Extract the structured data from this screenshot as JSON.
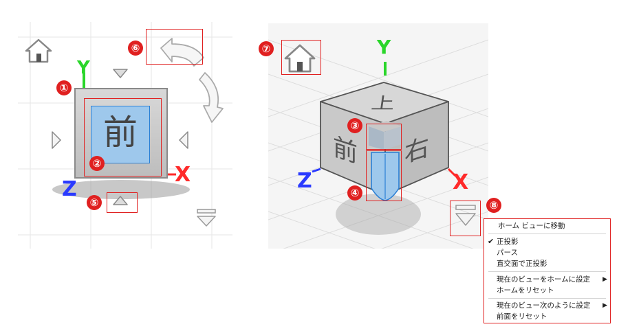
{
  "cube": {
    "front_face": "前",
    "top_face": "上",
    "right_face": "右"
  },
  "axes": {
    "x": "X",
    "y": "Y",
    "z": "Z",
    "x_color": "#ff2a2a",
    "y_color": "#2ad62a",
    "z_color": "#2a3aff"
  },
  "callouts": {
    "c1": "①",
    "c2": "②",
    "c3": "③",
    "c4": "④",
    "c5": "⑤",
    "c6": "⑥",
    "c7": "⑦",
    "c8": "⑧"
  },
  "colors": {
    "callout_red": "#e02020",
    "highlight_blue": "#9ec8ec",
    "highlight_border": "#2a7fd4",
    "cube_gray": "#cfcfcf"
  },
  "icons": {
    "home": "home-icon",
    "rotate": "rotate-arrow-icon",
    "menu": "dropdown-menu-icon"
  },
  "context_menu": {
    "items": [
      {
        "label": "ホーム ビューに移動"
      },
      {
        "label": "正投影",
        "checked": true
      },
      {
        "label": "パース"
      },
      {
        "label": "直交面で正投影"
      },
      {
        "label": "現在のビューをホームに設定",
        "submenu": true
      },
      {
        "label": "ホームをリセット"
      },
      {
        "label": "現在のビュー次のように設定",
        "submenu": true
      },
      {
        "label": "前面をリセット"
      }
    ],
    "check_glyph": "✔",
    "submenu_glyph": "▶"
  }
}
